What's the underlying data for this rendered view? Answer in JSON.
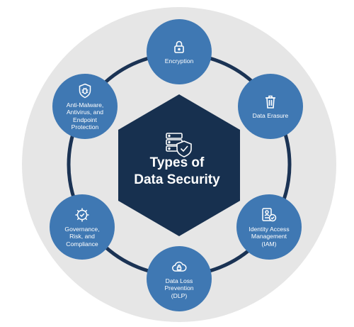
{
  "center": {
    "title": "Types of\nData Security"
  },
  "nodes": [
    {
      "label": "Encryption",
      "icon": "lock-icon"
    },
    {
      "label": "Data Erasure",
      "icon": "trash-icon"
    },
    {
      "label": "Identity Access\nManagement\n(IAM)",
      "icon": "id-card-check-icon"
    },
    {
      "label": "Data Loss\nPrevention\n(DLP)",
      "icon": "cloud-lock-icon"
    },
    {
      "label": "Governance,\nRisk, and\nCompliance",
      "icon": "gear-check-icon"
    },
    {
      "label": "Anti-Malware,\nAntivirus, and\nEndpoint\nProtection",
      "icon": "shield-bug-icon"
    }
  ],
  "colors": {
    "outer_disc": "#e6e6e6",
    "ring": "#1b3354",
    "hexagon": "#17304f",
    "node": "#3f78b3",
    "text": "#ffffff"
  }
}
